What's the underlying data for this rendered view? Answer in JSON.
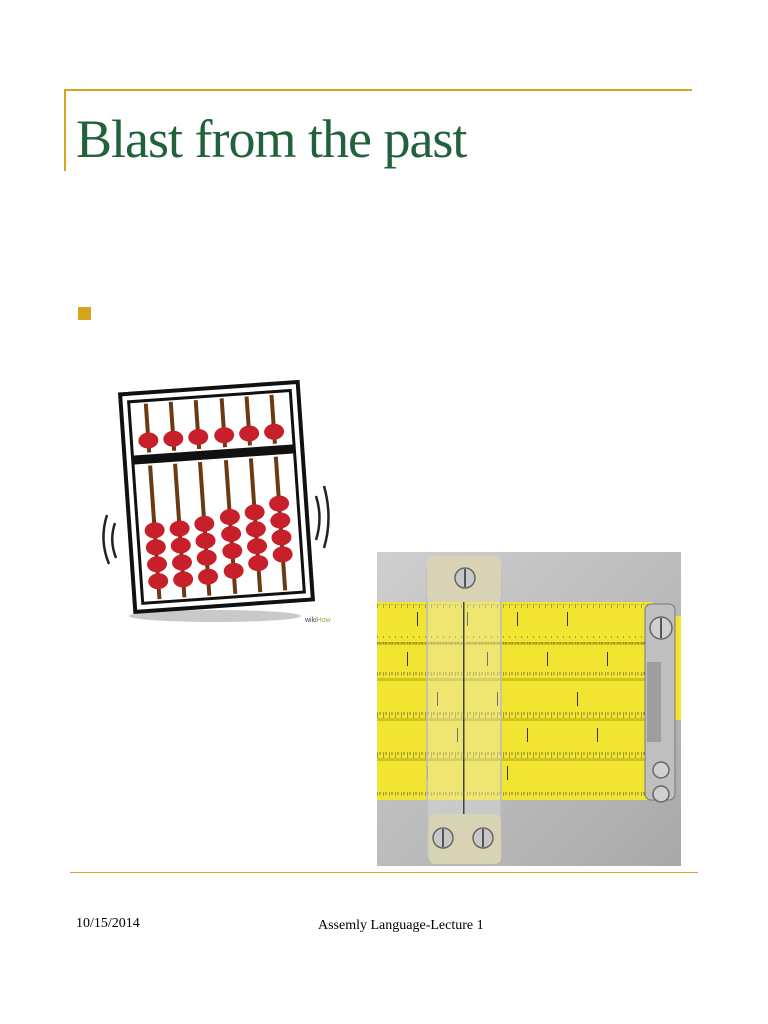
{
  "slide": {
    "title": "Blast from the past",
    "bullet_text": ""
  },
  "images": {
    "abacus": {
      "icon": "abacus-image",
      "watermark_a": "wiki",
      "watermark_b": "How"
    },
    "slide_rule": {
      "icon": "slide-rule-image"
    }
  },
  "footer": {
    "date": "10/15/2014",
    "title": "Assemly Language-Lecture 1"
  },
  "colors": {
    "accent": "#d6a520",
    "title": "#21623a",
    "bead": "#c8202a",
    "rule_yellow": "#f2e531"
  }
}
